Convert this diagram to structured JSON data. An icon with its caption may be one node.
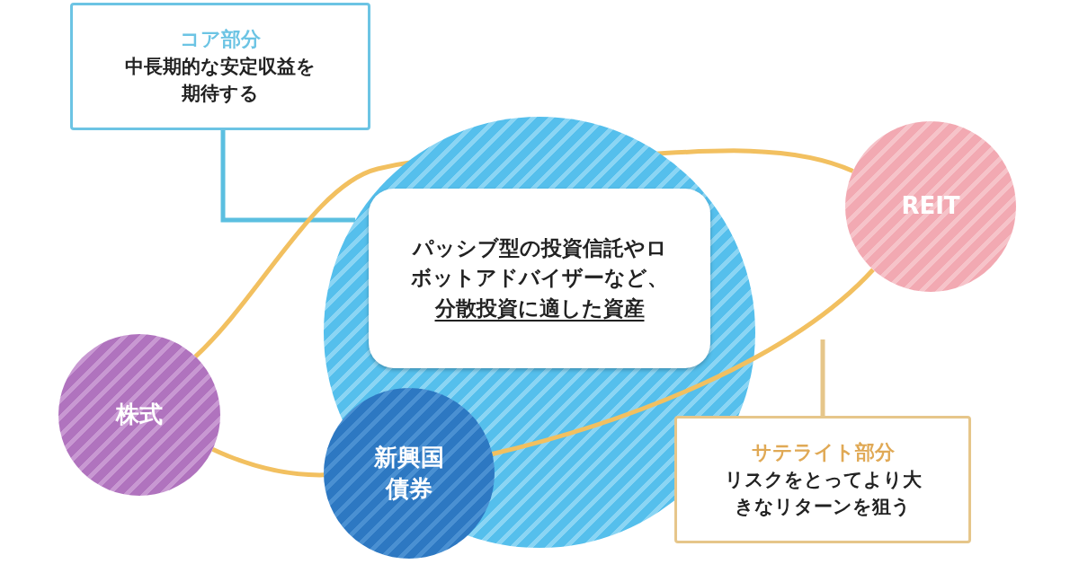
{
  "diagram": {
    "nodes": [
      {
        "text": [
          "コア部分",
          "中長期的な安定収益を期待する"
        ]
      },
      {
        "text": [],
        "shape": "circle"
      },
      {
        "text": [
          "パッシブ型の投資信託やロボットアドバイザーなど、",
          "分散投資に適した資産"
        ],
        "in": 1
      },
      {
        "text": [
          "株式"
        ]
      },
      {
        "text": [
          "新興国債券"
        ]
      },
      {
        "text": [
          "REIT"
        ]
      },
      {
        "text": [
          "サテライト部分",
          "リスクをとってより大きなリターンを狙う"
        ]
      }
    ],
    "edges": [
      {
        "from": 0,
        "to": 1,
        "arrow": "none",
        "color": "#5bbfe0"
      },
      {
        "from": 3,
        "to": 5,
        "arrow": "none"
      },
      {
        "from": 5,
        "to": 4,
        "arrow": "none"
      },
      {
        "from": 4,
        "to": 3,
        "arrow": "none"
      },
      {
        "from": 6,
        "to": null,
        "arrow": "none",
        "color": "#e6c68a"
      }
    ]
  }
}
